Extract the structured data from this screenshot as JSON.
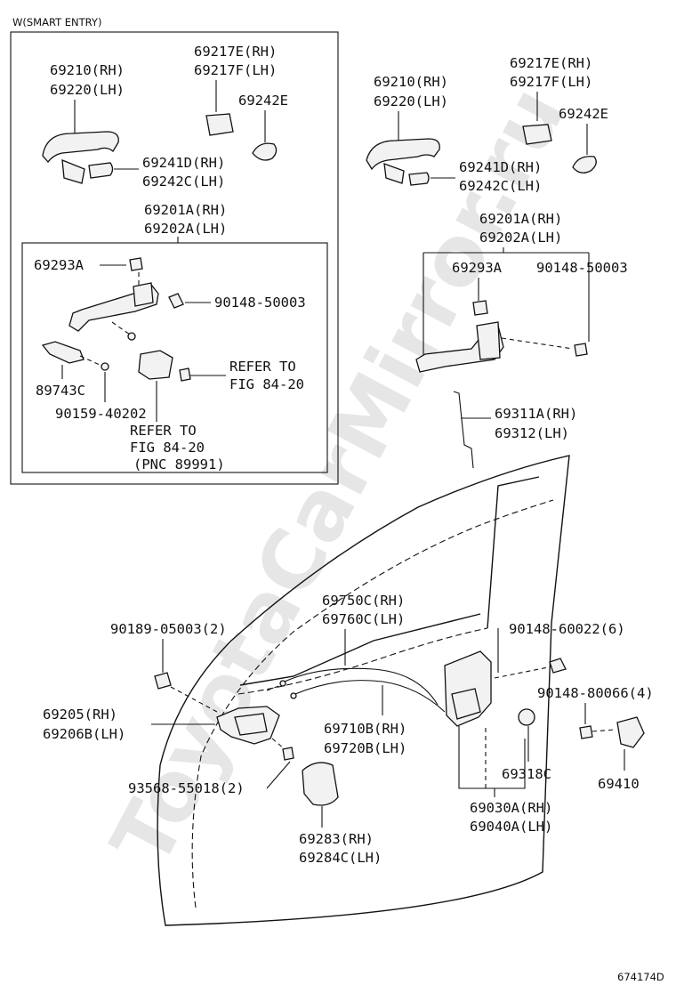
{
  "watermark": "ToyotaCarMirror.ru",
  "figure_code": "674174D",
  "inset": {
    "title": "W(SMART ENTRY)",
    "labels": {
      "handle_rh": "69210(RH)",
      "handle_lh": "69220(LH)",
      "cover_rh": "69217E(RH)",
      "cover_lh": "69217F(LH)",
      "pad": "69242E",
      "pad2_rh": "69241D(RH)",
      "pad2_lh": "69242C(LH)",
      "frame_rh": "69201A(RH)",
      "frame_lh": "69202A(LH)",
      "clip": "69293A",
      "screw": "90148-50003",
      "bracket": "89743C",
      "screw2": "90159-40202",
      "refer1_a": "REFER TO",
      "refer1_b": "FIG 84-20",
      "refer2_a": "REFER TO",
      "refer2_b": "FIG 84-20",
      "refer2_c": "(PNC 89991)"
    }
  },
  "main": {
    "labels": {
      "handle_rh": "69210(RH)",
      "handle_lh": "69220(LH)",
      "cover_rh": "69217E(RH)",
      "cover_lh": "69217F(LH)",
      "pad": "69242E",
      "pad2_rh": "69241D(RH)",
      "pad2_lh": "69242C(LH)",
      "frame_rh": "69201A(RH)",
      "frame_lh": "69202A(LH)",
      "clip": "69293A",
      "screw": "90148-50003",
      "rod_rh": "69311A(RH)",
      "rod_lh": "69312(LH)",
      "cable_rh": "69750C(RH)",
      "cable_lh": "69760C(LH)",
      "bolt": "90189-05003(2)",
      "screw_lock": "90148-60022(6)",
      "screw_striker": "90148-80066(4)",
      "inner_rh": "69205(RH)",
      "inner_lh": "69206B(LH)",
      "cable2_rh": "69710B(RH)",
      "cable2_lh": "69720B(LH)",
      "cushion": "69318C",
      "striker": "69410",
      "screw_inner": "93568-55018(2)",
      "lock_rh": "69030A(RH)",
      "lock_lh": "69040A(LH)",
      "bezel_rh": "69283(RH)",
      "bezel_lh": "69284C(LH)"
    }
  }
}
